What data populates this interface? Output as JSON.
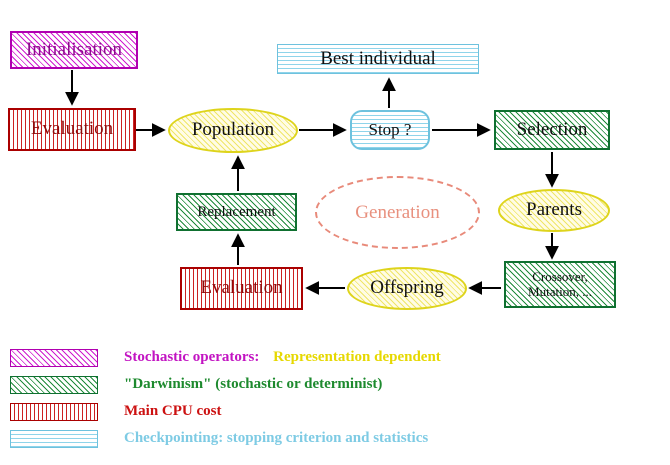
{
  "nodes": {
    "initialisation": "Initialisation",
    "evaluation_top": "Evaluation",
    "population": "Population",
    "stop": "Stop ?",
    "best_individual": "Best individual",
    "selection": "Selection",
    "parents": "Parents",
    "crossover_line1": "Crossover,",
    "crossover_line2": "Mutation, ...",
    "offspring": "Offspring",
    "evaluation_bottom": "Evaluation",
    "replacement": "Replacement",
    "generation": "Generation"
  },
  "legend": [
    {
      "swatch": "magenta-diagonal-hatch",
      "label": "Stochastic operators:",
      "label2": "Representation dependent"
    },
    {
      "swatch": "green-diagonal-hatch",
      "label": "\"Darwinism\" (stochastic or determinist)"
    },
    {
      "swatch": "red-vertical-lines",
      "label": "Main CPU cost"
    },
    {
      "swatch": "cyan-horizontal-lines",
      "label": "Checkpointing: stopping criterion and statistics"
    }
  ],
  "colors": {
    "magenta": "#c213c2",
    "green": "#1d8a2e",
    "red": "#cc1111",
    "cyan": "#7ecbe4",
    "yellow": "#e6d800",
    "salmon": "#e8907e",
    "arrow": "#000000"
  }
}
